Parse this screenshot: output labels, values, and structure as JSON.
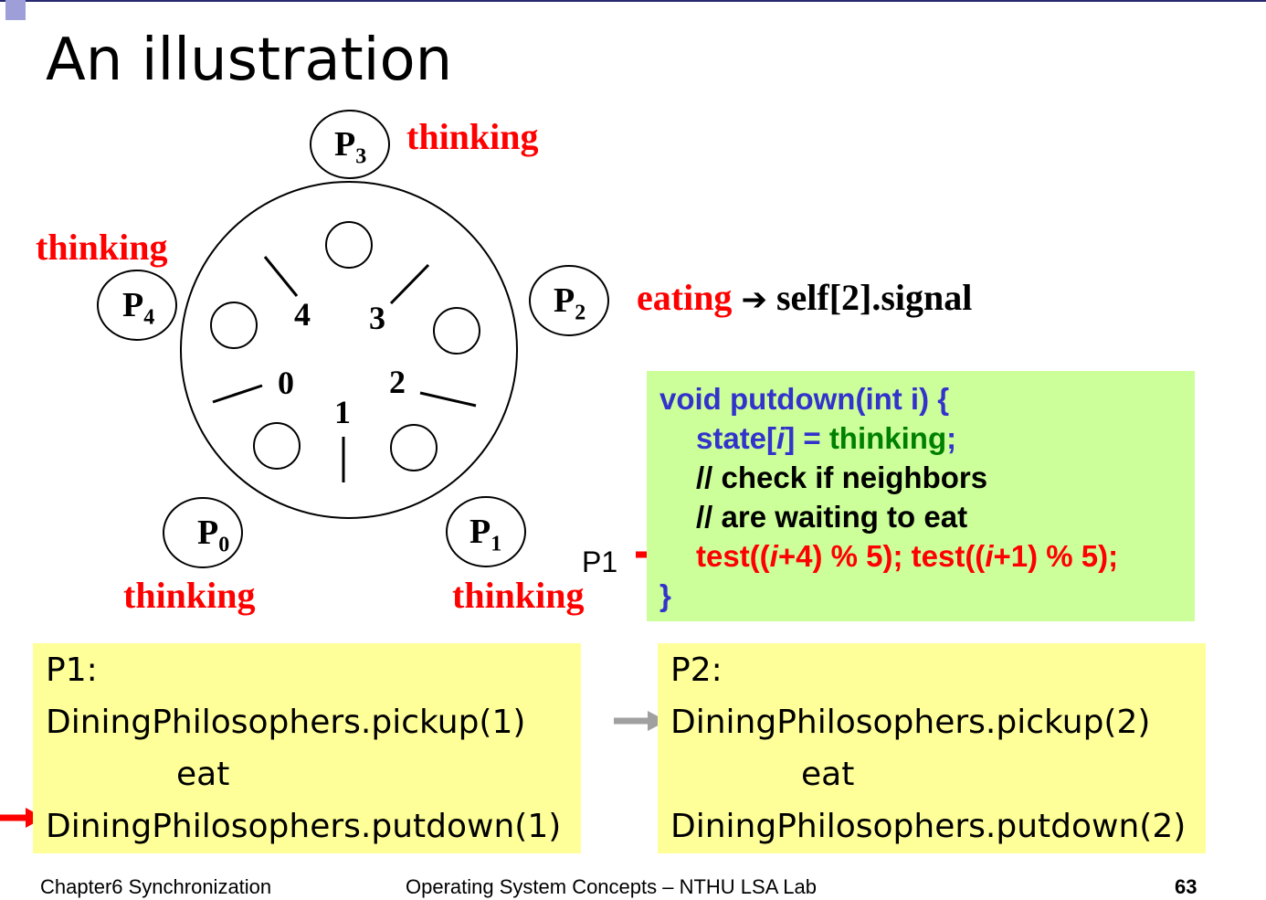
{
  "slide": {
    "title": "An illustration",
    "page_number": "63"
  },
  "footer": {
    "left": "Chapter6 Synchronization",
    "center": "Operating System Concepts – NTHU LSA Lab"
  },
  "diagram": {
    "philosophers": [
      {
        "name": "P",
        "sub": "0",
        "state": "thinking"
      },
      {
        "name": "P",
        "sub": "1",
        "state": "thinking"
      },
      {
        "name": "P",
        "sub": "2",
        "state": "eating"
      },
      {
        "name": "P",
        "sub": "3",
        "state": "thinking"
      },
      {
        "name": "P",
        "sub": "4",
        "state": "thinking"
      }
    ],
    "chopsticks": [
      "0",
      "1",
      "2",
      "3",
      "4"
    ],
    "p2_action": "self[2].signal",
    "p1_pointer_label": "P1"
  },
  "code": {
    "lines": [
      "void putdown(int i) {",
      "state[",
      "i",
      "] = ",
      "thinking",
      ";",
      "// check if neighbors",
      "// are waiting to eat",
      "test((",
      "i",
      "+4) % 5); test((",
      "i",
      "+1) % 5);",
      "}"
    ]
  },
  "p1_box": {
    "label": "P1:",
    "lines": [
      "DiningPhilosophers.pickup(1)",
      "eat",
      "DiningPhilosophers.putdown(1)"
    ]
  },
  "p2_box": {
    "label": "P2:",
    "lines": [
      "DiningPhilosophers.pickup(2)",
      "eat",
      "DiningPhilosophers.putdown(2)"
    ]
  },
  "colors": {
    "state_text": "#ff0000",
    "code_box": "#ccff99",
    "code_blue": "#3333cc",
    "code_green": "#008000",
    "code_red": "#ff0000",
    "yellow_box": "#ffff99",
    "arrow_red": "#ff0000",
    "arrow_gray": "#a0a0a0"
  }
}
